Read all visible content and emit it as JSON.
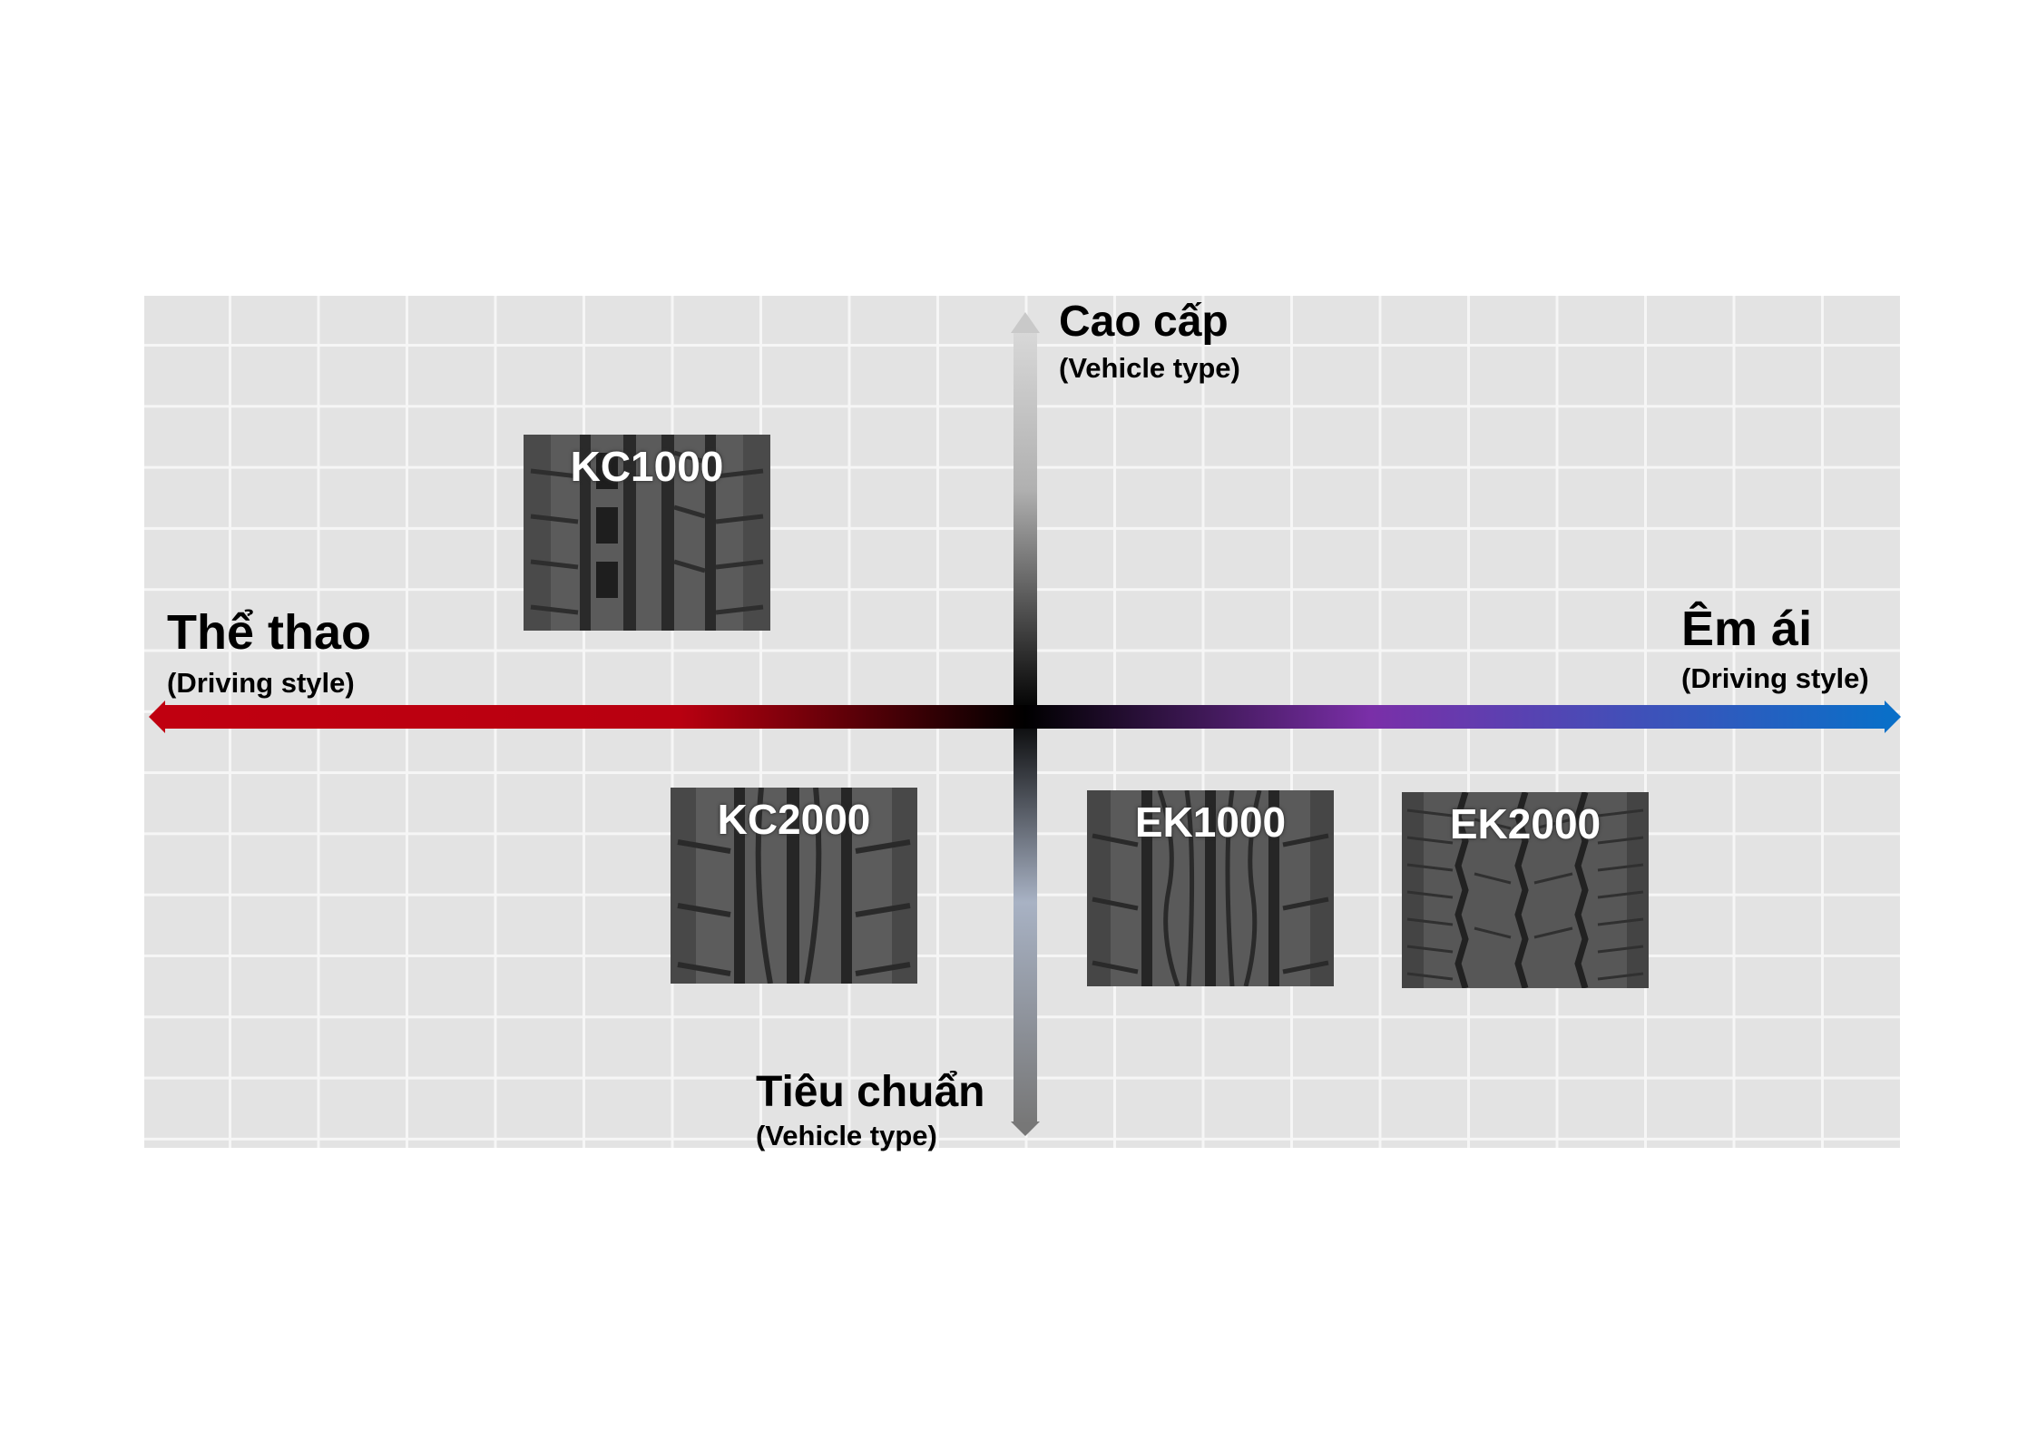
{
  "axes": {
    "top": {
      "title": "Cao cấp",
      "subtitle": "(Vehicle type)"
    },
    "bottom": {
      "title": "Tiêu chuẩn",
      "subtitle": "(Vehicle type)"
    },
    "left": {
      "title": "Thể thao",
      "subtitle": "(Driving style)"
    },
    "right": {
      "title": "Êm ái",
      "subtitle": "(Driving style)"
    }
  },
  "colors": {
    "left_end": "#c00010",
    "center": "#000000",
    "purple": "#7a2fa8",
    "right_end": "#0a6fc8"
  },
  "products": [
    {
      "name": "KC1000"
    },
    {
      "name": "KC2000"
    },
    {
      "name": "EK1000"
    },
    {
      "name": "EK2000"
    }
  ]
}
